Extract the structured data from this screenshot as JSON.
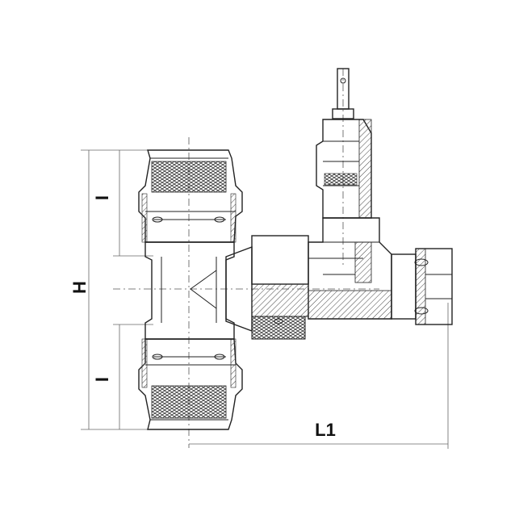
{
  "dimensions": {
    "height_label": "H",
    "insert_label_top": "I",
    "insert_label_bottom": "I",
    "length_label": "L1"
  },
  "colors": {
    "line": "#222222",
    "hatch": "#444444",
    "background": "#ffffff"
  }
}
